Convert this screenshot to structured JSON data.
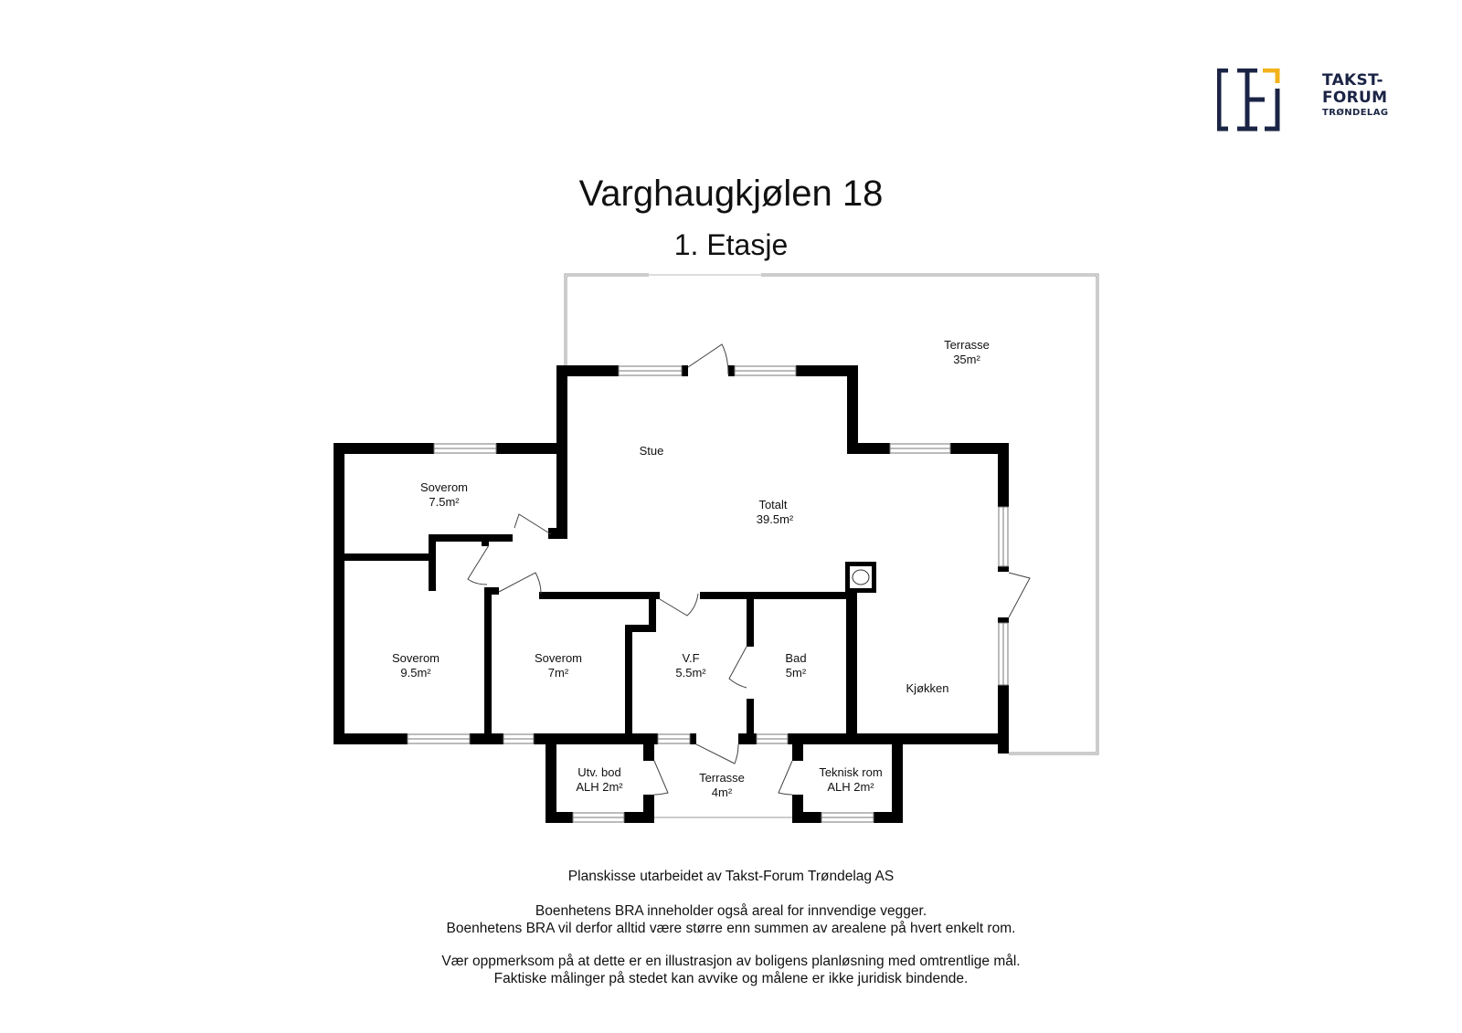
{
  "logo": {
    "line1": "TAKST-",
    "line2": "FORUM",
    "line3": "TRØNDELAG",
    "primary_color": "#1b2445",
    "accent_color": "#f2b21b"
  },
  "header": {
    "title": "Varghaugkjølen 18",
    "subtitle": "1. Etasje"
  },
  "rooms": {
    "terrasse_main": {
      "name": "Terrasse",
      "area": "35m²"
    },
    "stue": {
      "name": "Stue"
    },
    "totalt": {
      "name": "Totalt",
      "area": "39.5m²"
    },
    "soverom_1": {
      "name": "Soverom",
      "area": "7.5m²"
    },
    "soverom_2": {
      "name": "Soverom",
      "area": "9.5m²"
    },
    "soverom_3": {
      "name": "Soverom",
      "area": "7m²"
    },
    "vf": {
      "name": "V.F",
      "area": "5.5m²"
    },
    "bad": {
      "name": "Bad",
      "area": "5m²"
    },
    "kjokken": {
      "name": "Kjøkken"
    },
    "utv_bod": {
      "name": "Utv. bod",
      "area": "ALH 2m²"
    },
    "terrasse_small": {
      "name": "Terrasse",
      "area": "4m²"
    },
    "teknisk_rom": {
      "name": "Teknisk rom",
      "area": "ALH 2m²"
    }
  },
  "footer": {
    "credit": "Planskisse utarbeidet av Takst-Forum Trøndelag AS",
    "note1": "Boenhetens BRA inneholder også areal for innvendige vegger.",
    "note2": "Boenhetens BRA vil derfor alltid være større enn summen av arealene på hvert enkelt rom.",
    "note3": "Vær oppmerksom på at dette er en illustrasjon av boligens planløsning med omtrentlige mål.",
    "note4": "Faktiske målinger på stedet kan avvike og målene er ikke juridisk bindende."
  },
  "colors": {
    "wall": "#000000",
    "terrace_outline": "#9a9a9a",
    "window": "#ffffff"
  }
}
